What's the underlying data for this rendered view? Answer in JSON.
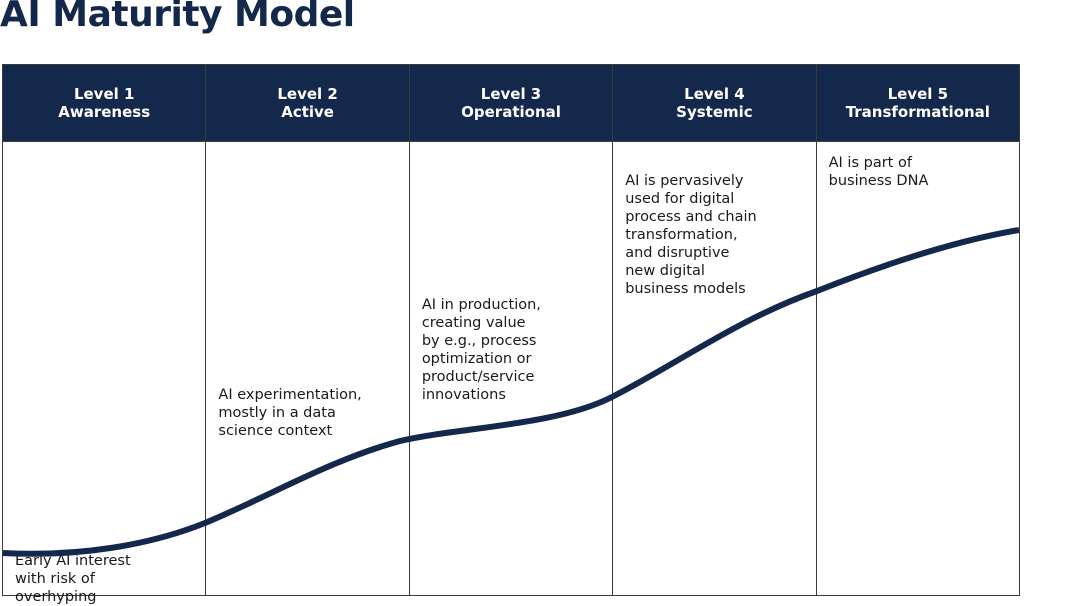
{
  "title": "AI Maturity Model",
  "colors": {
    "navy": "#14284b",
    "header_text": "#ffffff",
    "body_text": "#1a1a1a",
    "divider": "#3a3a3a"
  },
  "levels": [
    {
      "level": "Level 1",
      "name": "Awareness",
      "description": "Early AI interest\nwith risk of\noverhyping"
    },
    {
      "level": "Level 2",
      "name": "Active",
      "description": "AI experimentation,\nmostly in a data\nscience context"
    },
    {
      "level": "Level 3",
      "name": "Operational",
      "description": "AI in production,\ncreating value\nby e.g., process\noptimization or\nproduct/service\ninnovations"
    },
    {
      "level": "Level 4",
      "name": "Systemic",
      "description": "AI is pervasively\nused for digital\nprocess and chain\ntransformation,\nand disruptive\nnew digital\nbusiness models"
    },
    {
      "level": "Level 5",
      "name": "Transformational",
      "description": "AI is part of\nbusiness DNA"
    }
  ]
}
